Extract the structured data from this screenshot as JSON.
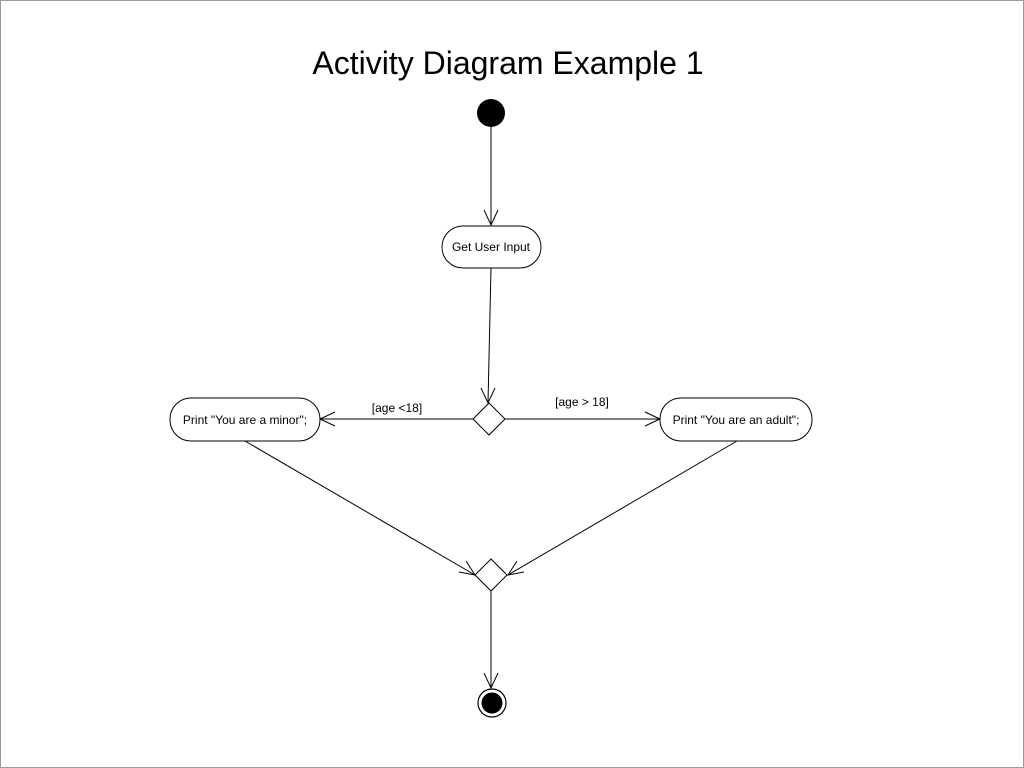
{
  "title": "Activity Diagram Example 1",
  "nodes": {
    "initial": {
      "kind": "initial"
    },
    "get_input": {
      "kind": "action",
      "label": "Get User Input"
    },
    "decision": {
      "kind": "decision"
    },
    "minor": {
      "kind": "action",
      "label": "Print \"You are a minor\";"
    },
    "adult": {
      "kind": "action",
      "label": "Print \"You are an adult\";"
    },
    "merge": {
      "kind": "merge"
    },
    "final": {
      "kind": "final"
    }
  },
  "edges": [
    {
      "from": "initial",
      "to": "get_input",
      "guard": ""
    },
    {
      "from": "get_input",
      "to": "decision",
      "guard": ""
    },
    {
      "from": "decision",
      "to": "minor",
      "guard": "[age <18]"
    },
    {
      "from": "decision",
      "to": "adult",
      "guard": "[age > 18]"
    },
    {
      "from": "minor",
      "to": "merge",
      "guard": ""
    },
    {
      "from": "adult",
      "to": "merge",
      "guard": ""
    },
    {
      "from": "merge",
      "to": "final",
      "guard": ""
    }
  ],
  "colors": {
    "stroke": "#000000",
    "fill": "#ffffff",
    "border": "#9a9a9a"
  }
}
